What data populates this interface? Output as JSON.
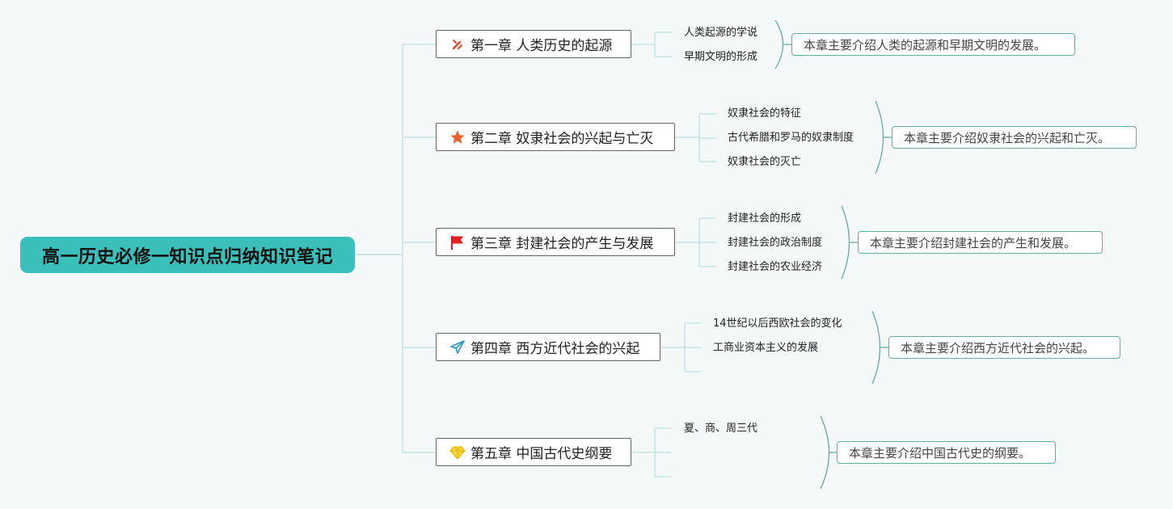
{
  "root": {
    "title": "高一历史必修一知识点归纳知识笔记"
  },
  "chapters": [
    {
      "icon": "tools-icon",
      "title": "第一章 人类历史的起源",
      "subtopics": [
        "人类起源的学说",
        "早期文明的形成"
      ],
      "summary": "本章主要介绍人类的起源和早期文明的发展。"
    },
    {
      "icon": "star-icon",
      "title": "第二章 奴隶社会的兴起与亡灭",
      "subtopics": [
        "奴隶社会的特征",
        "古代希腊和罗马的奴隶制度",
        "奴隶社会的灭亡"
      ],
      "summary": "本章主要介绍奴隶社会的兴起和亡灭。"
    },
    {
      "icon": "flag-icon",
      "title": "第三章 封建社会的产生与发展",
      "subtopics": [
        "封建社会的形成",
        "封建社会的政治制度",
        "封建社会的农业经济"
      ],
      "summary": "本章主要介绍封建社会的产生和发展。"
    },
    {
      "icon": "paper-plane-icon",
      "title": "第四章 西方近代社会的兴起",
      "subtopics": [
        "14世纪以后西欧社会的变化",
        "工商业资本主义的发展",
        ""
      ],
      "summary": "本章主要介绍西方近代社会的兴起。"
    },
    {
      "icon": "diamond-icon",
      "title": "第五章 中国古代史纲要",
      "subtopics": [
        "夏、商、周三代",
        "",
        ""
      ],
      "summary": "本章主要介绍中国古代史的纲要。"
    }
  ]
}
